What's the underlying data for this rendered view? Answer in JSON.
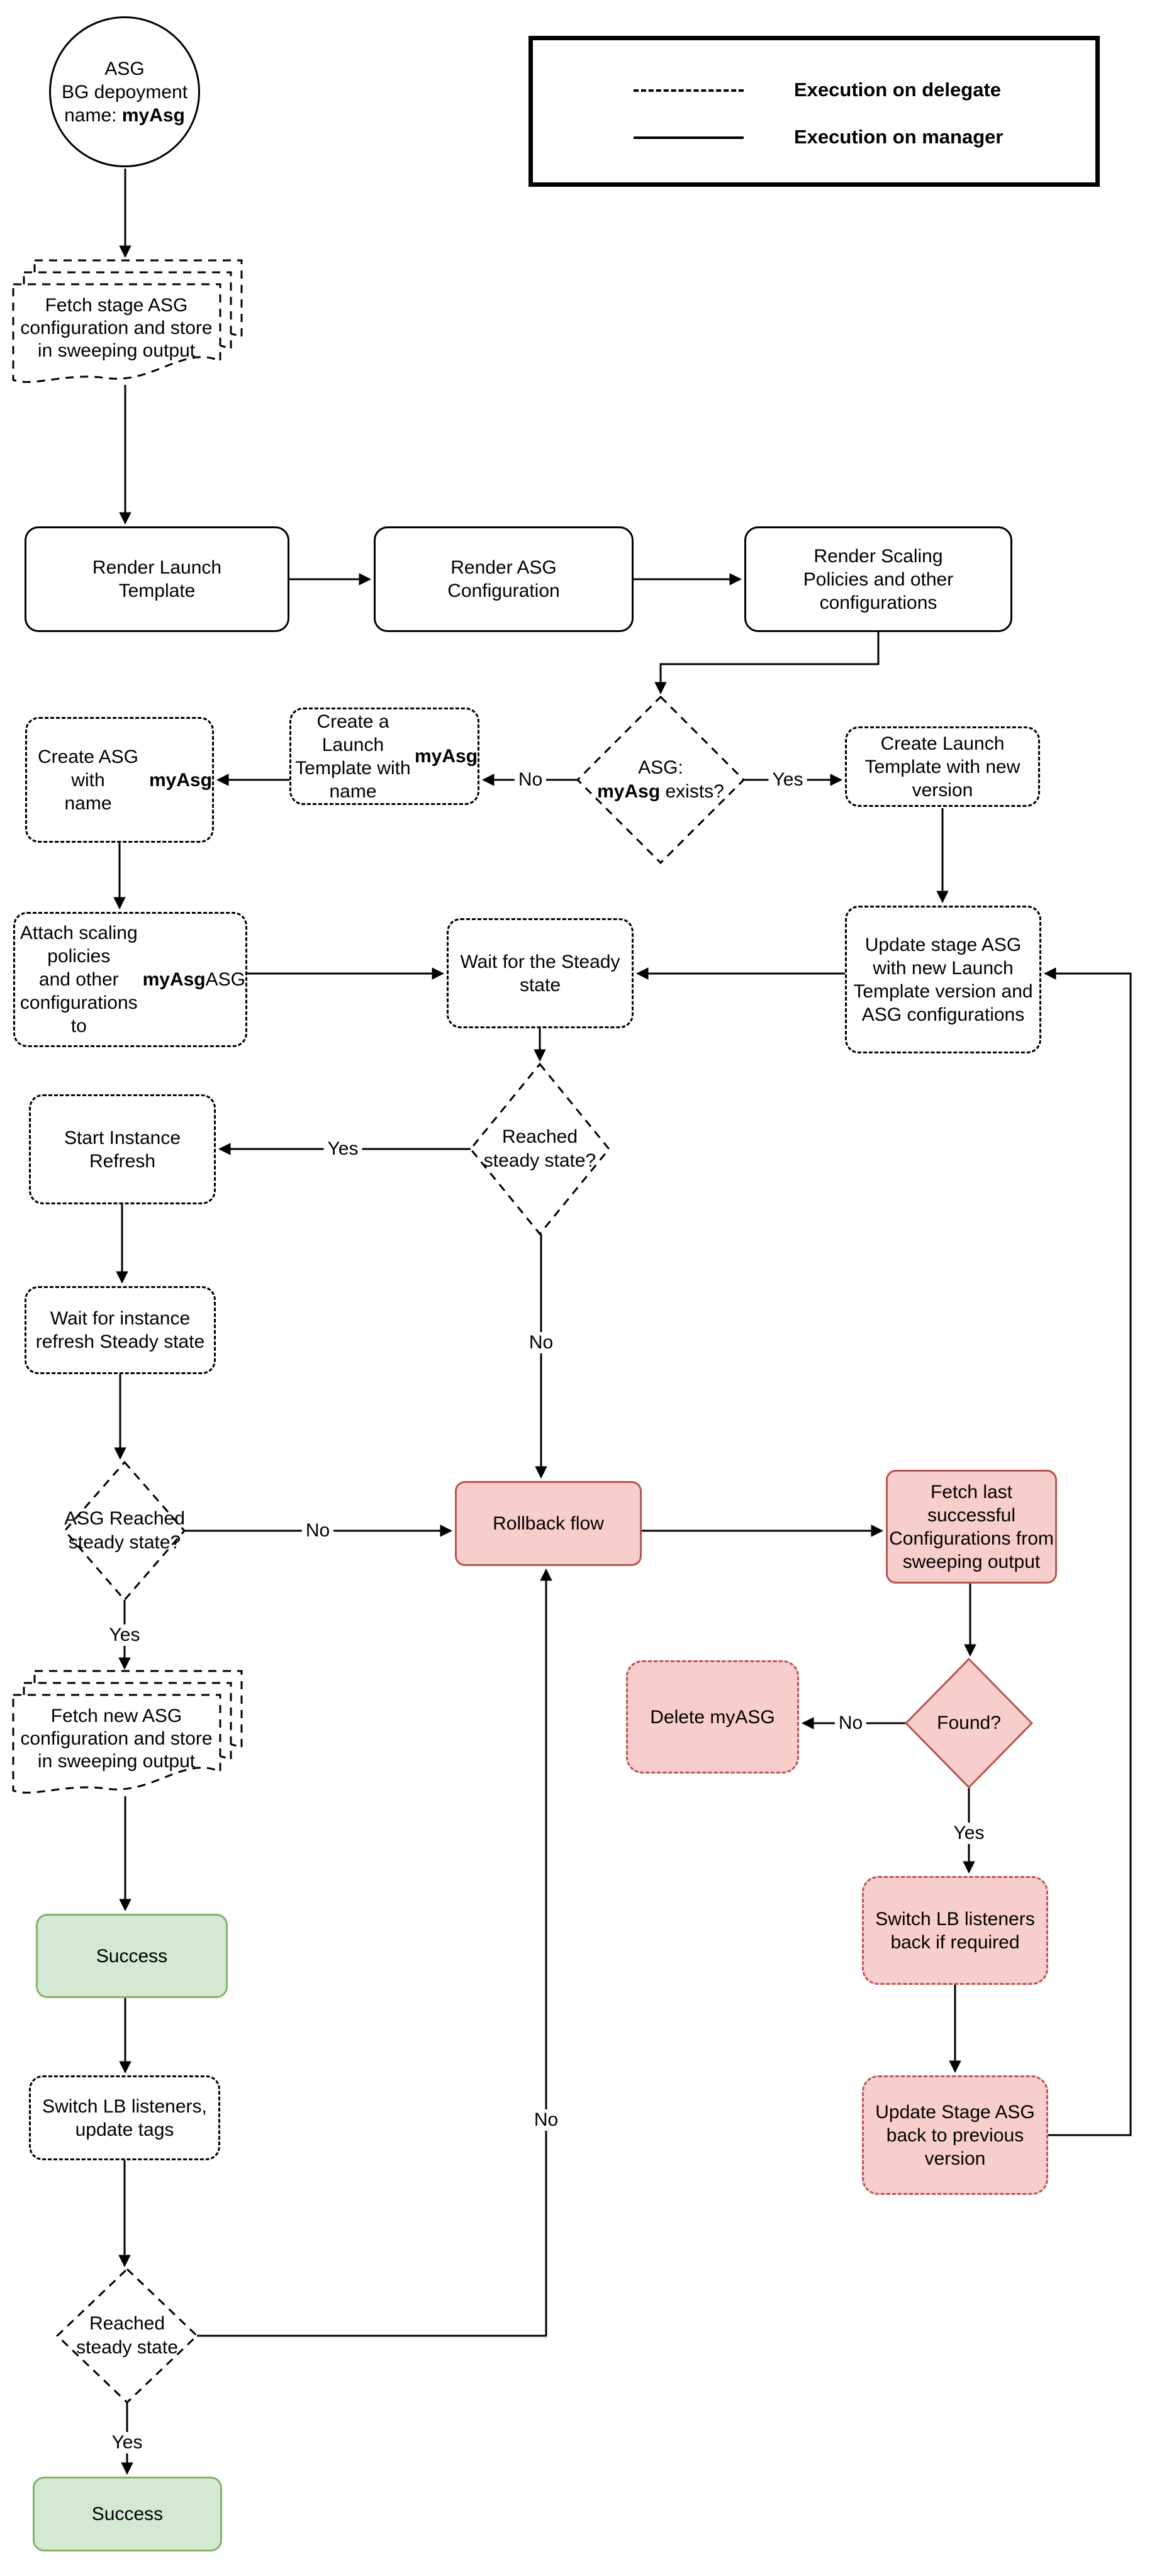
{
  "colors": {
    "pink-fill": "#f8cecc",
    "pink-border": "#b85450",
    "green-fill": "#d5e8d4",
    "green-border": "#82b366",
    "line": "#000000"
  },
  "legend": {
    "items": [
      {
        "style": "dashed",
        "label": "Execution on delegate"
      },
      {
        "style": "solid",
        "label": "Execution on manager"
      }
    ]
  },
  "nodes": {
    "start": {
      "lines": [
        "ASG",
        "BG depoyment",
        "name: **myAsg**"
      ]
    },
    "fetch_stage": {
      "lines": [
        "Fetch stage ASG",
        "configuration and store",
        "in sweeping output"
      ]
    },
    "render_launch": {
      "lines": [
        "Render Launch",
        "Template"
      ]
    },
    "render_asg": {
      "lines": [
        "Render ASG",
        "Configuration"
      ]
    },
    "render_scaling": {
      "lines": [
        "Render Scaling",
        "Policies and other",
        "configurations"
      ]
    },
    "asg_exists": {
      "lines": [
        "ASG:",
        "**myAsg** exists?"
      ]
    },
    "create_launch_new": {
      "lines": [
        "Create Launch",
        "Template with new",
        "version"
      ]
    },
    "create_launch_named": {
      "lines": [
        "Create a Launch",
        "Template with",
        "name **myAsg**"
      ]
    },
    "create_asg": {
      "lines": [
        "Create ASG with",
        "name **myAsg**"
      ]
    },
    "attach_policies": {
      "lines": [
        "Attach scaling policies",
        "and other configurations",
        "to **myAsg** ASG"
      ]
    },
    "wait_steady": {
      "lines": [
        "Wait for the Steady",
        "state"
      ]
    },
    "update_stage": {
      "lines": [
        "Update stage ASG",
        "with new Launch",
        "Template version and",
        "ASG configurations"
      ]
    },
    "reached_steady": {
      "lines": [
        "Reached",
        "steady state?"
      ]
    },
    "start_refresh": {
      "lines": [
        "Start Instance",
        "Refresh"
      ]
    },
    "wait_refresh": {
      "lines": [
        "Wait for instance",
        "refresh Steady state"
      ]
    },
    "asg_reached": {
      "lines": [
        "ASG Reached",
        "steady state?"
      ]
    },
    "rollback": {
      "lines": [
        "Rollback flow"
      ]
    },
    "fetch_last": {
      "lines": [
        "Fetch last successful",
        "Configurations from",
        "sweeping output"
      ]
    },
    "found": {
      "lines": [
        "Found?"
      ]
    },
    "delete_asg": {
      "lines": [
        "Delete myASG"
      ]
    },
    "fetch_new": {
      "lines": [
        "Fetch new ASG",
        "configuration and store",
        "in sweeping output"
      ]
    },
    "success_deploy": {
      "lines": [
        "Success"
      ]
    },
    "switch_lb": {
      "lines": [
        "Switch LB listeners,",
        "update tags"
      ]
    },
    "switch_back": {
      "lines": [
        "Switch LB listeners",
        "back if required"
      ]
    },
    "update_back": {
      "lines": [
        "Update Stage ASG",
        "back to previous",
        "version"
      ]
    },
    "final_steady": {
      "lines": [
        "Reached",
        "steady state"
      ]
    },
    "success_final": {
      "lines": [
        "Success"
      ]
    }
  },
  "edges": {
    "asg_exists_no": "No",
    "asg_exists_yes": "Yes",
    "reached_steady_yes": "Yes",
    "reached_steady_no": "No",
    "asg_reached_no": "No",
    "asg_reached_yes": "Yes",
    "found_no": "No",
    "found_yes": "Yes",
    "final_steady_no": "No",
    "final_steady_yes": "Yes"
  }
}
